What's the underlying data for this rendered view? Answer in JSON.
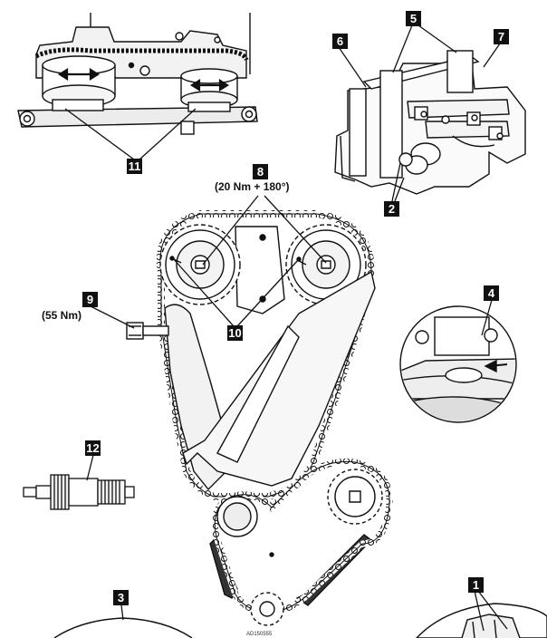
{
  "callouts": {
    "c1": "1",
    "c2": "2",
    "c3": "3",
    "c4": "4",
    "c5": "5",
    "c6": "6",
    "c7": "7",
    "c8": "8",
    "c9": "9",
    "c10": "10",
    "c11": "11",
    "c12": "12"
  },
  "torque_specs": {
    "item8": "(20 Nm + 180°)",
    "item9": "(55 Nm)"
  },
  "figure_code": "AD150555",
  "colors": {
    "line": "#111111",
    "fill_grey": "#e6e6e6",
    "callout_bg": "#111111",
    "callout_text": "#ffffff"
  }
}
